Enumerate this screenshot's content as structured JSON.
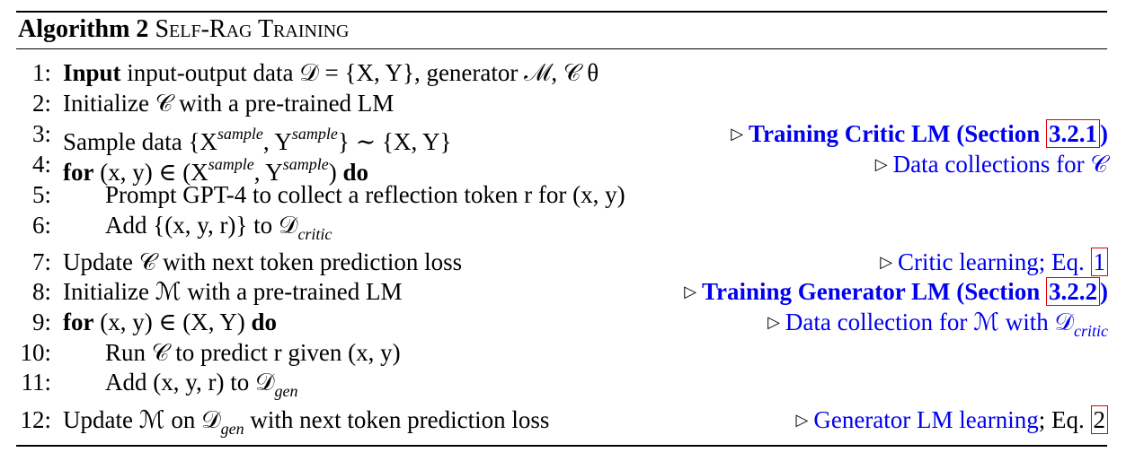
{
  "algorithm": {
    "label": "Algorithm 2",
    "title": "Self-Rag Training"
  },
  "lines": [
    {
      "num": "1:",
      "kw": "Input",
      "text": " input-output data 𝒟 = {X, Y}, generator ℳ, 𝒞 θ"
    },
    {
      "num": "2:",
      "text": "Initialize 𝒞 with a pre-trained LM"
    },
    {
      "num": "3:",
      "text_pre": "Sample data {X",
      "sup1": "sample",
      "text_mid": ", Y",
      "sup2": "sample",
      "text_post": "} ∼ {X, Y}",
      "comment": "Training Critic LM (Section ",
      "ref": "3.2.1",
      "comment_post": ")"
    },
    {
      "num": "4:",
      "kw": "for",
      "text_pre": " (x, y) ∈ (X",
      "sup1": "sample",
      "text_mid": ", Y",
      "sup2": "sample",
      "text_post": ") ",
      "kw2": "do",
      "comment": "Data collections for 𝒞"
    },
    {
      "num": "5:",
      "text": "Prompt GPT-4 to collect a reflection token r for (x, y)"
    },
    {
      "num": "6:",
      "text_pre": "Add {(x, y, r)} to 𝒟",
      "sub": "critic"
    },
    {
      "num": "7:",
      "text": "Update 𝒞 with next token prediction loss",
      "comment": "Critic learning; Eq. ",
      "ref": "1"
    },
    {
      "num": "8:",
      "text": "Initialize ℳ with a pre-trained LM",
      "comment": "Training Generator LM (Section ",
      "ref": "3.2.2",
      "comment_post": ")"
    },
    {
      "num": "9:",
      "kw": "for",
      "text_pre": " (x, y) ∈ (X, Y) ",
      "kw2": "do",
      "comment": "Data collection for ℳ with 𝒟",
      "comment_sub": "critic"
    },
    {
      "num": "10:",
      "text": "Run 𝒞 to predict r given (x, y)"
    },
    {
      "num": "11:",
      "text_pre": "Add (x, y, r) to 𝒟",
      "sub": "gen"
    },
    {
      "num": "12:",
      "text_pre": "Update ℳ on 𝒟",
      "sub": "gen",
      "text_post": " with next token prediction loss",
      "comment": "Generator LM learning",
      "comment_black": "; Eq. ",
      "ref": "2"
    }
  ]
}
